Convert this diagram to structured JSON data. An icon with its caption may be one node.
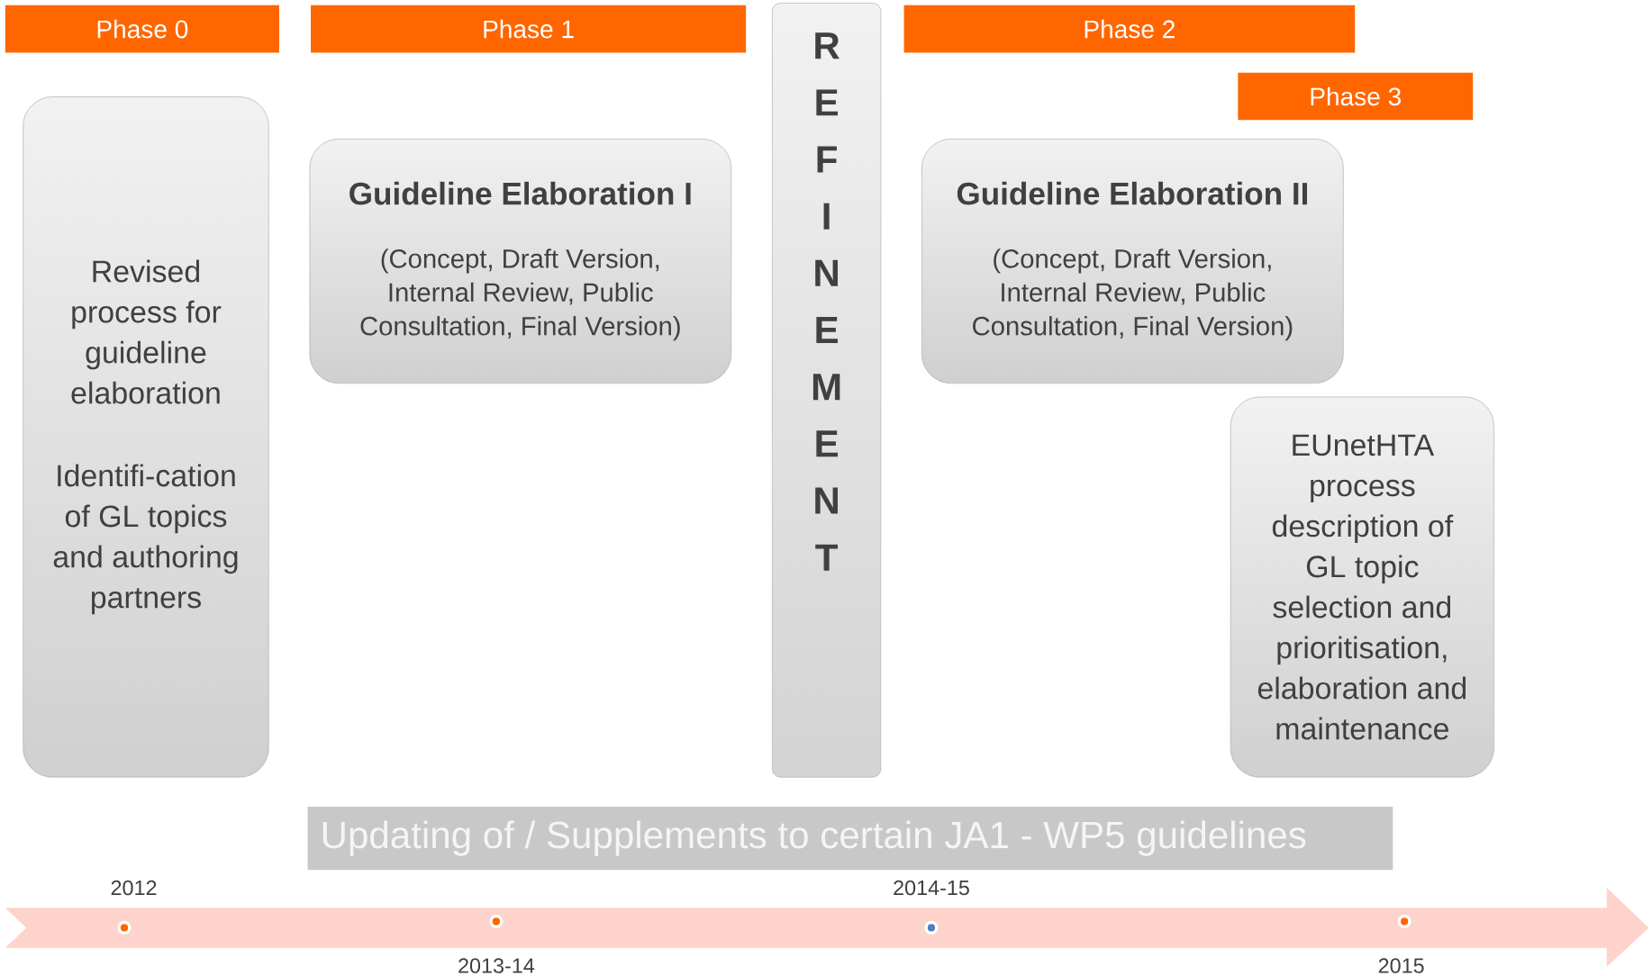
{
  "diagram": {
    "nodes": [
      {
        "text": [
          "Phase 0"
        ]
      },
      {
        "text": [
          "Phase 1"
        ]
      },
      {
        "text": [
          "REFINEMENT"
        ]
      },
      {
        "text": [
          "Phase 2"
        ]
      },
      {
        "text": [
          "Phase 3"
        ]
      },
      {
        "text": [
          "Revised process for guideline elaboration",
          "Identifi-cation of GL topics and authoring partners"
        ]
      },
      {
        "text": [
          "Guideline Elaboration I",
          "(Concept, Draft Version, Internal Review, Public Consultation, Final Version)"
        ]
      },
      {
        "text": [
          "Guideline Elaboration II",
          "(Concept, Draft Version, Internal Review, Public Consultation, Final Version)"
        ]
      },
      {
        "text": [
          "EUnetHTA process description of GL topic selection and prioritisation, elaboration and maintenance"
        ]
      },
      {
        "text": [
          "Updating of / Supplements to certain JA1 - WP5 guidelines"
        ]
      }
    ],
    "labels": [
      "2012",
      "2013-14",
      "2014-15",
      "2015"
    ]
  }
}
